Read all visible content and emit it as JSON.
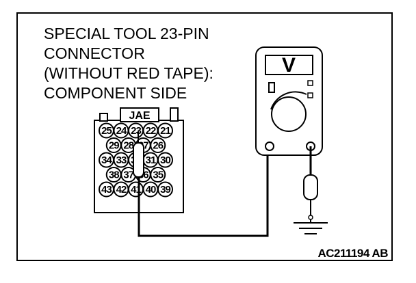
{
  "label_lines": [
    "SPECIAL TOOL 23-PIN",
    "CONNECTOR",
    "(WITHOUT RED TAPE):",
    "COMPONENT SIDE"
  ],
  "connector": {
    "brand": "JAE",
    "pin_rows": [
      [
        "25",
        "24",
        "23",
        "22",
        "21"
      ],
      [
        "29",
        "28",
        "27",
        "26"
      ],
      [
        "34",
        "33",
        "32",
        "31",
        "30"
      ],
      [
        "38",
        "37",
        "36",
        "35"
      ],
      [
        "43",
        "42",
        "41",
        "40",
        "39"
      ]
    ]
  },
  "meter": {
    "display_symbol": "V"
  },
  "reference_code": "AC211194 AB"
}
